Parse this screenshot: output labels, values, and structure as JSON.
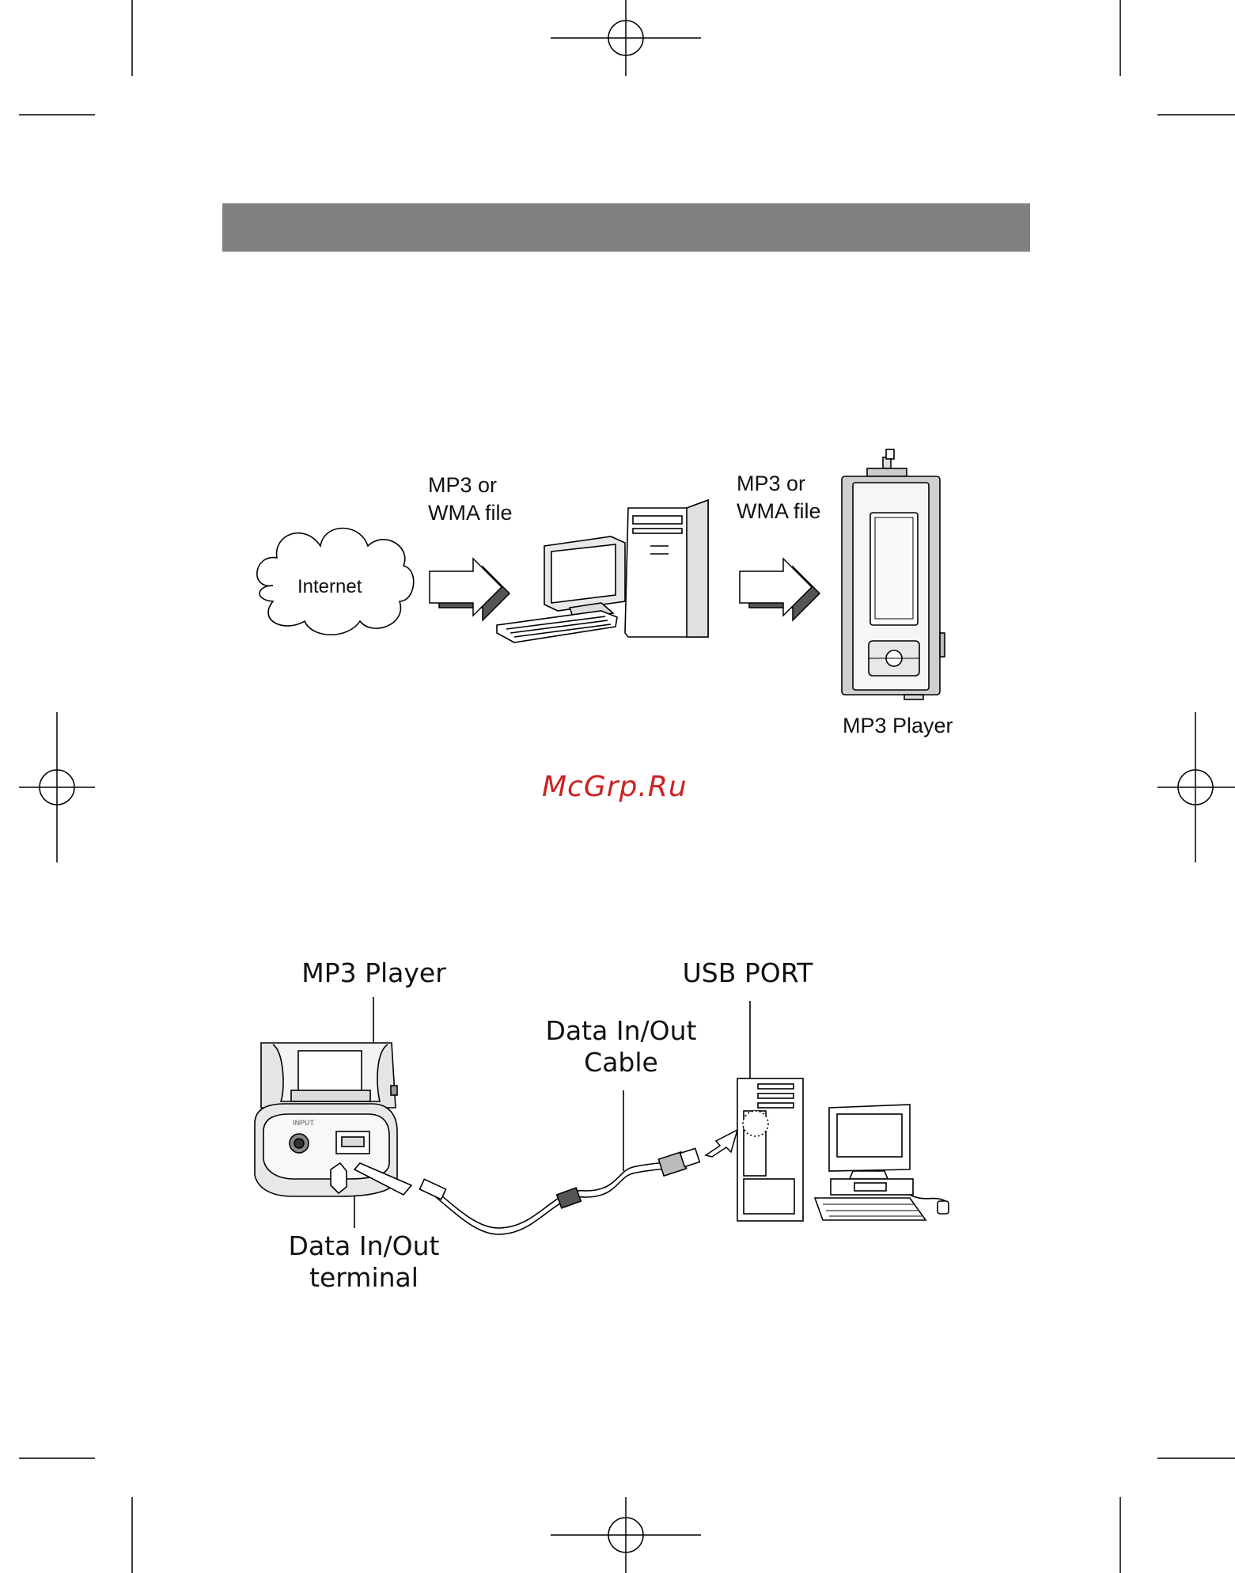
{
  "header": {
    "bar_color": "#808080"
  },
  "diagram1": {
    "internet_label": "Internet",
    "file_label_1": "MP3 or\nWMA file",
    "file_label_2": "MP3 or\nWMA file",
    "player_label": "MP3 Player"
  },
  "watermark": {
    "text": "McGrp.Ru",
    "color": "#cc2222"
  },
  "diagram2": {
    "player_label": "MP3 Player",
    "usb_label": "USB PORT",
    "cable_label": "Data In/Out\nCable",
    "terminal_label": "Data In/Out\nterminal",
    "input_label": "INPUT"
  }
}
